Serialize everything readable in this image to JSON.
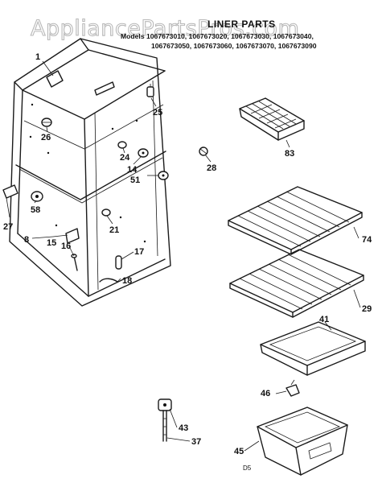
{
  "title": "LINER PARTS",
  "models_line1": "Models 1067673010, 1067673020, 1067673030, 1067673040,",
  "models_line2": "1067673050, 1067673060, 1067673070, 1067673090",
  "watermark": "AppliancePartsPros.com",
  "page_code": "D5",
  "callouts": {
    "c1": "1",
    "c25": "25",
    "c26": "26",
    "c24": "24",
    "c14": "14",
    "c51": "51",
    "c28": "28",
    "c27": "27",
    "c58": "58",
    "c8": "8",
    "c15": "15",
    "c16": "16",
    "c21": "21",
    "c17": "17",
    "c18": "18",
    "c83": "83",
    "c74": "74",
    "c29": "29",
    "c41": "41",
    "c46": "46",
    "c43": "43",
    "c37": "37",
    "c45": "45"
  }
}
